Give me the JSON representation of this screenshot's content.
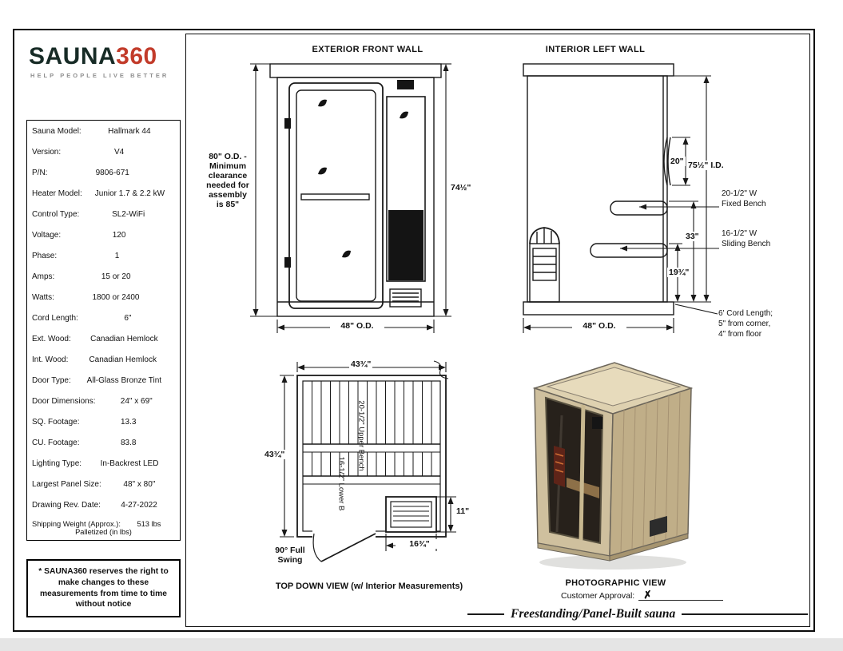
{
  "logo": {
    "brand_primary": "SAUNA",
    "brand_accent": "360",
    "tagline": "HELP PEOPLE LIVE BETTER",
    "primary_color": "#172b26",
    "accent_color": "#c23b2a"
  },
  "spec_table": {
    "rows": [
      {
        "label": "Sauna Model:",
        "value": "Hallmark 44"
      },
      {
        "label": "Version:",
        "value": "V4"
      },
      {
        "label": "P/N:",
        "value": "9806-671"
      },
      {
        "label": "Heater Model:",
        "value": "Junior 1.7 & 2.2 kW"
      },
      {
        "label": "Control Type:",
        "value": "SL2-WiFi"
      },
      {
        "label": "Voltage:",
        "value": "120"
      },
      {
        "label": "Phase:",
        "value": "1"
      },
      {
        "label": "Amps:",
        "value": "15 or 20"
      },
      {
        "label": "Watts:",
        "value": "1800 or 2400"
      },
      {
        "label": "Cord Length:",
        "value": "6\""
      },
      {
        "label": "Ext. Wood:",
        "value": "Canadian Hemlock"
      },
      {
        "label": "Int. Wood:",
        "value": "Canadian Hemlock"
      },
      {
        "label": "Door Type:",
        "value": "All-Glass Bronze Tint"
      },
      {
        "label": "Door Dimensions:",
        "value": "24\" x 69\""
      },
      {
        "label": "SQ. Footage:",
        "value": "13.3"
      },
      {
        "label": "CU. Footage:",
        "value": "83.8"
      },
      {
        "label": "Lighting Type:",
        "value": "In-Backrest LED"
      },
      {
        "label": "Largest Panel Size:",
        "value": "48\" x 80\""
      },
      {
        "label": "Drawing Rev. Date:",
        "value": "4-27-2022"
      },
      {
        "label": "Shipping Weight (Approx.):",
        "value": "513 lbs",
        "value2": "Palletized (in lbs)"
      }
    ]
  },
  "note": {
    "text": "* SAUNA360 reserves the right to make changes to these measurements from time to time without notice"
  },
  "front_wall": {
    "title": "EXTERIOR FRONT WALL",
    "clearance_note": "80\" O.D. -\nMinimum\nclearance\nneeded for\nassembly\nis 85\"",
    "dim_height": "74½\"",
    "dim_width": "48\" O.D."
  },
  "left_wall": {
    "title": "INTERIOR LEFT WALL",
    "dim_backrest": "20\"",
    "dim_interior_height": "75½\" I.D.",
    "fixed_bench_label": "20-1/2\" W\nFixed Bench",
    "sliding_bench_label": "16-1/2\" W\nSliding Bench",
    "dim_fixed_bench_height": "33\"",
    "dim_sliding_bench_height": "19¾\"",
    "dim_width": "48\" O.D.",
    "cord_note": "6' Cord Length;\n5\" from corner,\n4\" from floor"
  },
  "top_down": {
    "title": "TOP DOWN VIEW (w/ Interior Measurements)",
    "dim_width": "43¾\"",
    "dim_depth": "43¾\"",
    "upper_bench_label": "20-1/2\" Upper Bench",
    "lower_bench_label": "16-1/2\" Lower B",
    "dim_heater_height": "11\"",
    "dim_heater_width": "16¾\"",
    "swing_label": "90° Full\nSwing"
  },
  "photo": {
    "title": "PHOTOGRAPHIC VIEW",
    "approval_label": "Customer Approval:",
    "approval_mark": "✗"
  },
  "footer": {
    "caption": "Freestanding/Panel-Built sauna"
  }
}
